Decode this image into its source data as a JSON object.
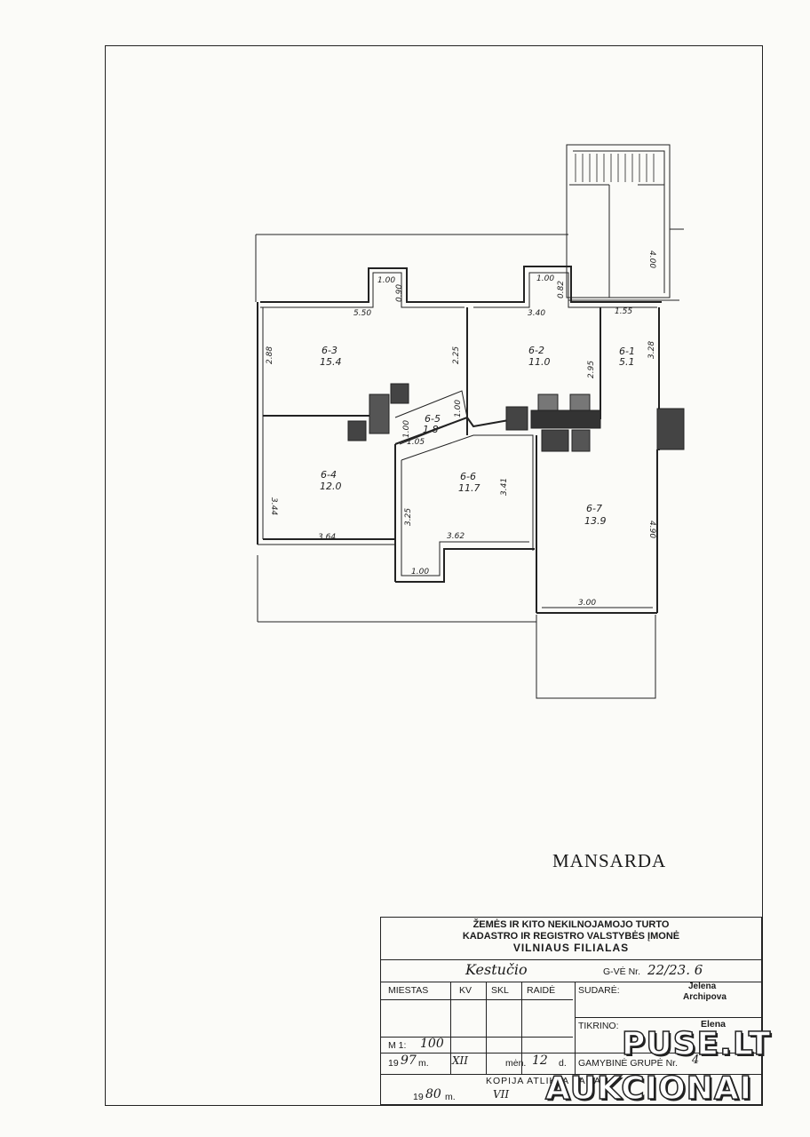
{
  "plan": {
    "title": "MANSARDA",
    "rooms": [
      {
        "id": "6-3",
        "area": "15.4"
      },
      {
        "id": "6-2",
        "area": "11.0"
      },
      {
        "id": "6-1",
        "area": "5.1"
      },
      {
        "id": "6-5",
        "area": "1.8"
      },
      {
        "id": "6-4",
        "area": "12.0"
      },
      {
        "id": "6-6",
        "area": "11.7"
      },
      {
        "id": "6-7",
        "area": "13.9"
      }
    ],
    "dimensions": [
      "1.00",
      "0.90",
      "5.50",
      "2.88",
      "2.25",
      "1.00",
      "0.82",
      "3.40",
      "2.95",
      "1.55",
      "3.28",
      "4.00",
      "1.00",
      "1.05",
      "1.00",
      "3.44",
      "3.25",
      "3.41",
      "3.64",
      "3.62",
      "1.00",
      "4.90",
      "3.00"
    ]
  },
  "stamp": {
    "header": [
      "ŽEMĖS IR KITO NEKILNOJAMOJO TURTO",
      "KADASTRO IR REGISTRO VALSTYBĖS ĮMONĖ",
      "VILNIAUS FILIALAS"
    ],
    "street": "Kestučio",
    "gve_label": "G-VĖ Nr.",
    "gve_value": "22/23. 6",
    "col_miestas": "MIESTAS",
    "col_kv": "KV",
    "col_skl": "SKL",
    "col_raide": "RAIDĖ",
    "sudare_label": "SUDARĖ:",
    "sudare_name1": "Jelena",
    "sudare_name2": "Archipova",
    "tikrino_label": "TIKRINO:",
    "tikrino_name": "Elena",
    "scale_label": "M 1:",
    "scale_value": "100",
    "date_prefix": "19",
    "date_year": "97",
    "date_m": "m.",
    "date_month": "XII",
    "date_men": "mėn.",
    "date_day": "12",
    "date_d": "d.",
    "group_label": "GAMYBINĖ GRUPĖ Nr.",
    "group_value": "4",
    "copy_label": "KOPIJA ATLIKTA PAGAL",
    "copy_prefix": "19",
    "copy_year": "80",
    "copy_m": "m.",
    "copy_month": "VII"
  },
  "watermark": {
    "line1": "PUSE.LT",
    "line2": "AUKCIONAI"
  }
}
